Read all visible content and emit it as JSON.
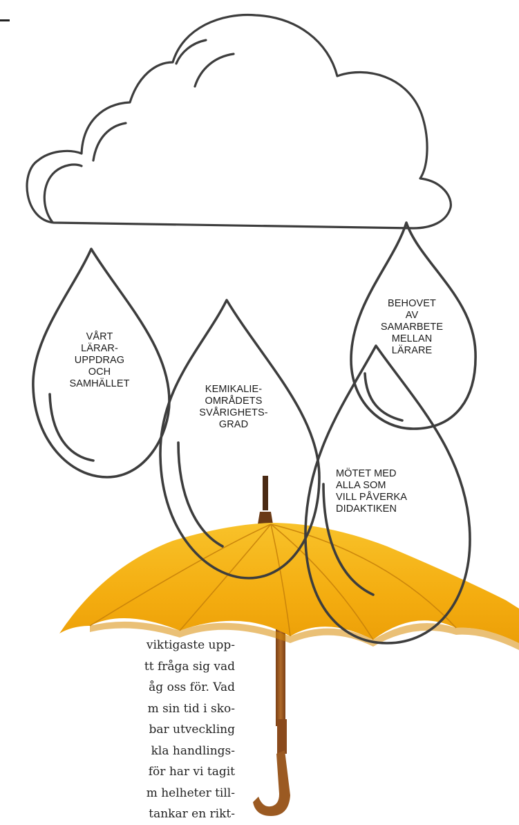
{
  "drops": [
    {
      "id": "drop-1",
      "label": "VÅRT\nLÄRAR-\nUPPDRAG\nOCH\nSAMHÄLLET"
    },
    {
      "id": "drop-2",
      "label": "KEMIKALIE-\nOMRÅDETS\nSVÅRIGHETS-\nGRAD"
    },
    {
      "id": "drop-3",
      "label": "BEHOVET\nAV\nSAMARBETE\nMELLAN\nLÄRARE"
    },
    {
      "id": "drop-4",
      "label": "MÖTET MED\nALLA  SOM\nVILL PÅVERKA\nDIDAKTIKEN"
    }
  ],
  "body_text": "viktigaste upp-\ntt fråga sig vad\någ oss för. Vad\nm sin tid i sko-\nbar utveckling\nkla handlings-\nför har vi tagit\nm helheter till-\ntankar en rikt-",
  "colors": {
    "outline": "#3d3d3d",
    "umbrella": "#f5b210",
    "umbrella_dark": "#e39a06",
    "handle": "#9b5a22"
  }
}
